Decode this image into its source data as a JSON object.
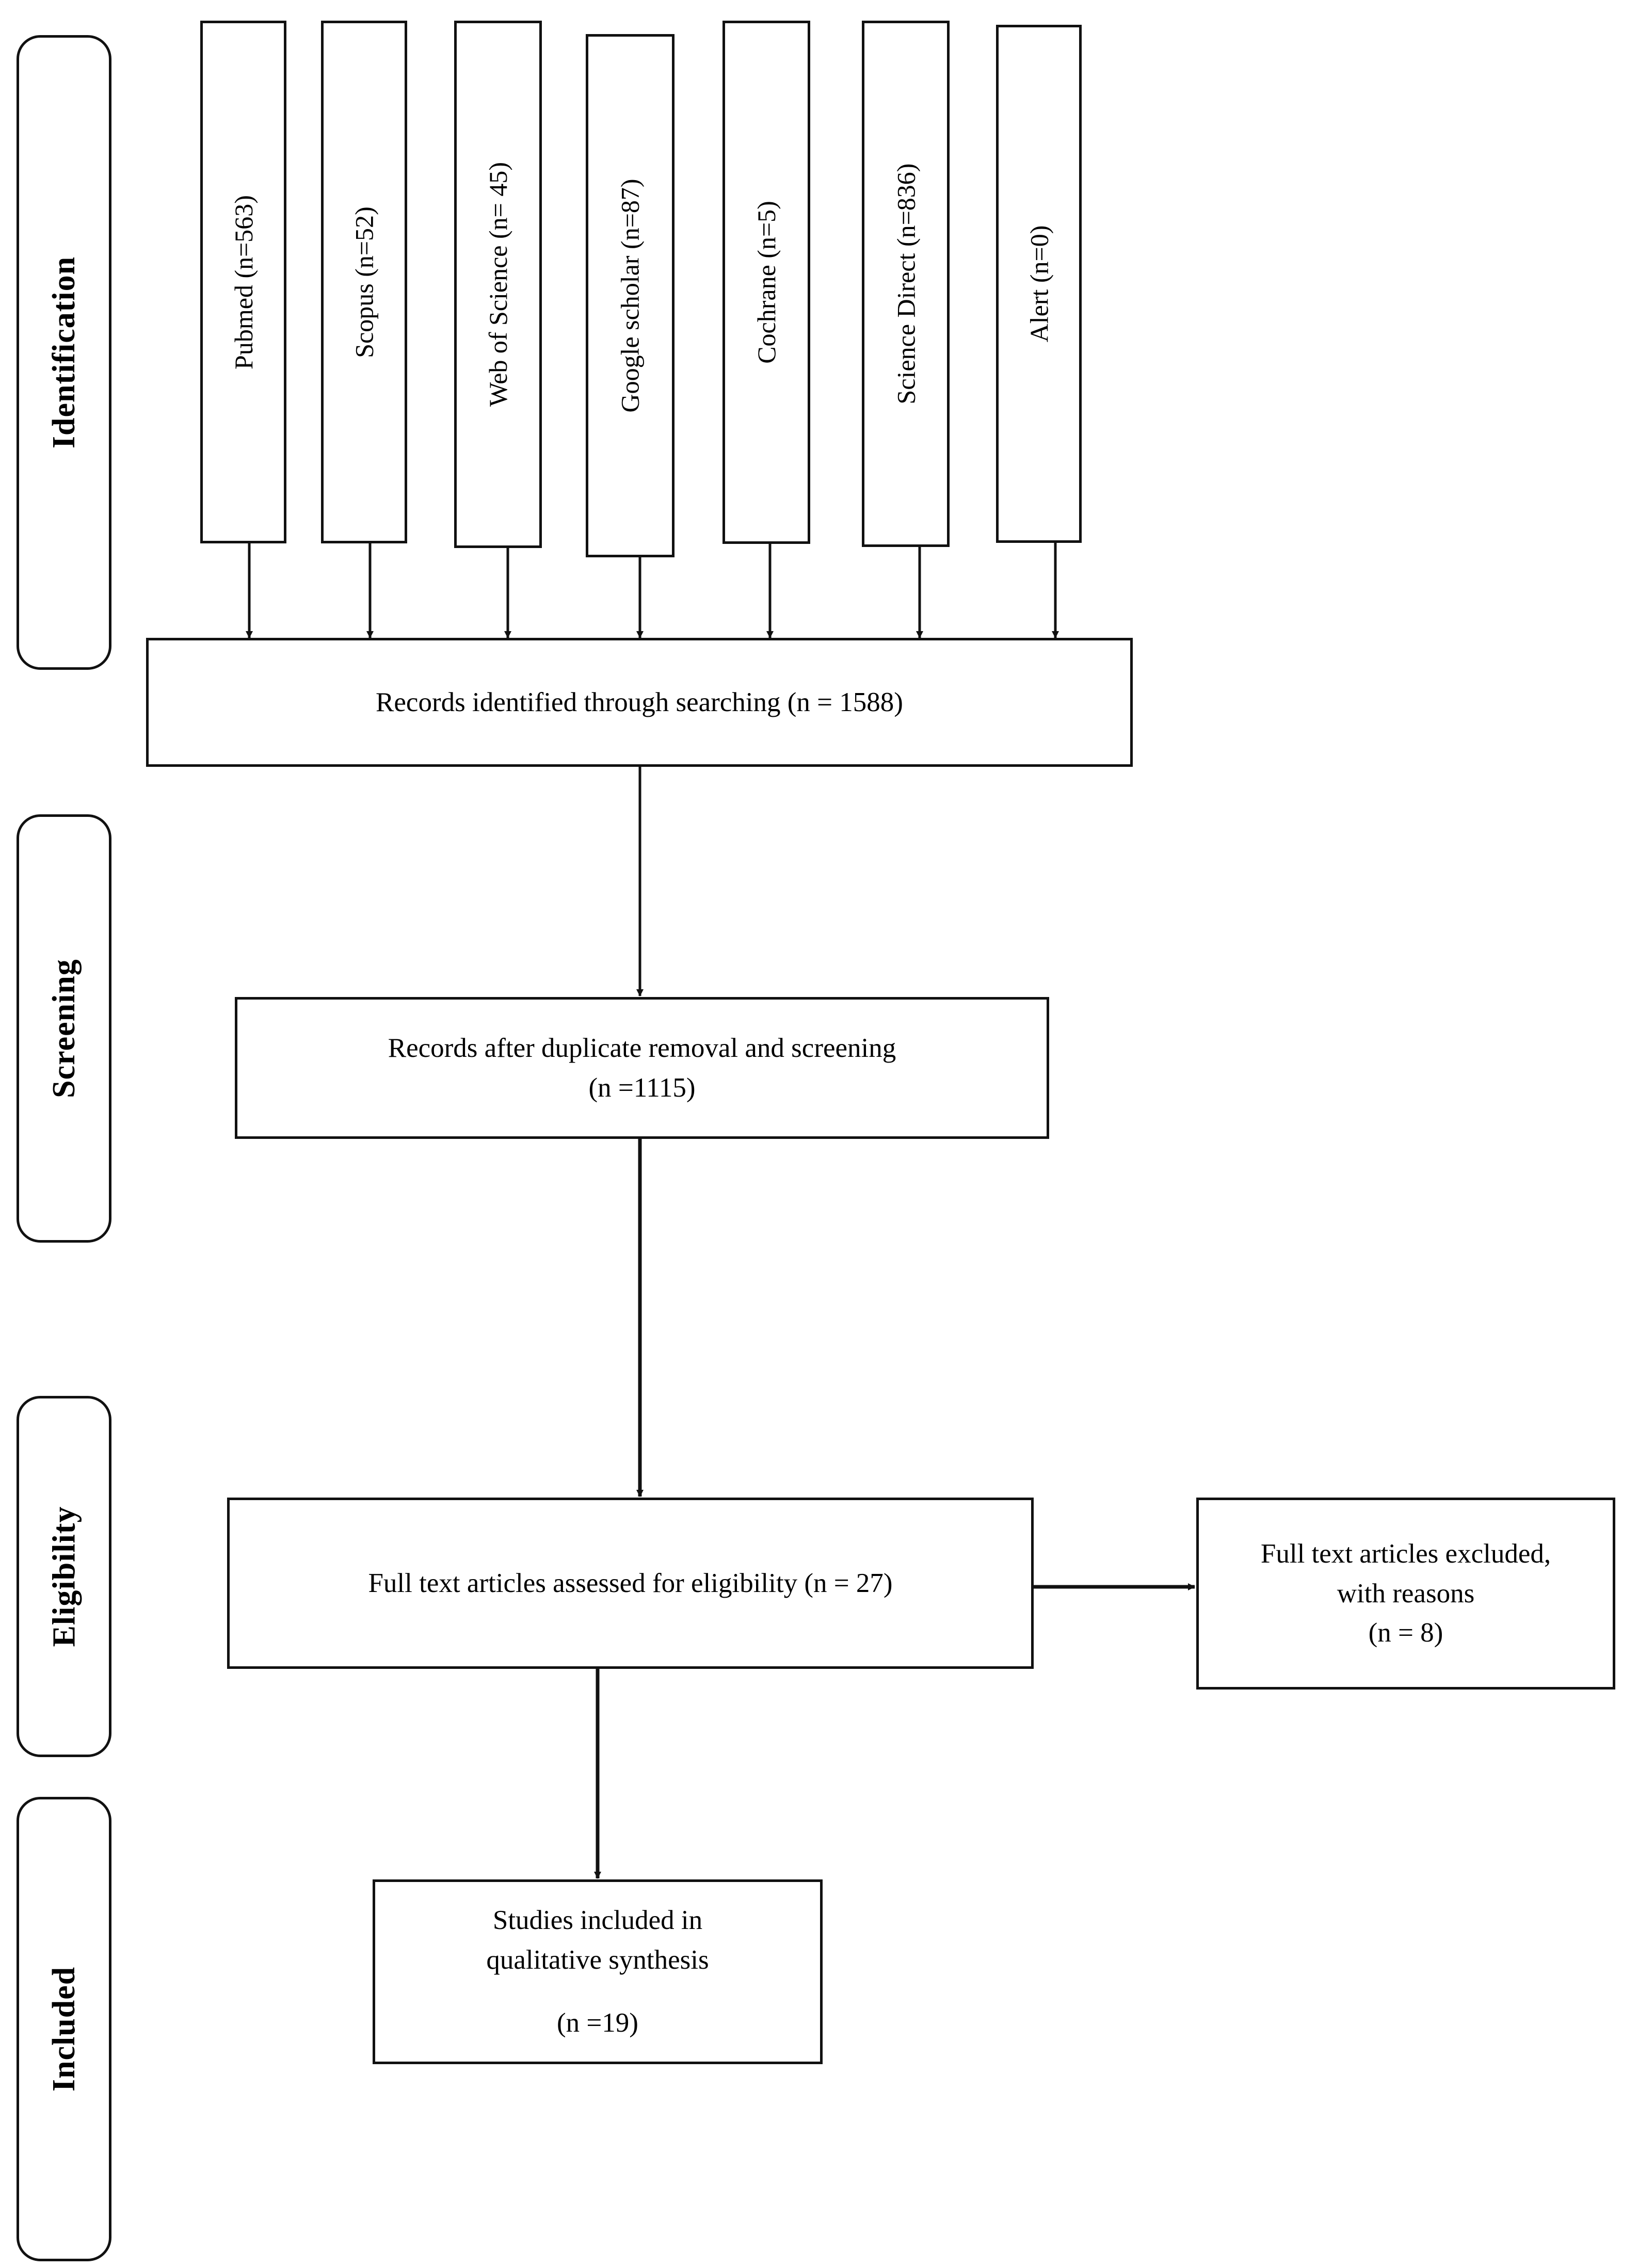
{
  "diagram": {
    "type": "prisma-flow-diagram",
    "stages": [
      {
        "id": "identification",
        "label": "Identification"
      },
      {
        "id": "screening",
        "label": "Screening"
      },
      {
        "id": "eligibility",
        "label": "Eligibility"
      },
      {
        "id": "included",
        "label": "Included"
      }
    ],
    "sources": [
      {
        "id": "pubmed",
        "label": "Pubmed (n=563)",
        "name": "Pubmed",
        "n": 563
      },
      {
        "id": "scopus",
        "label": "Scopus (n=52)",
        "name": "Scopus",
        "n": 52
      },
      {
        "id": "web-of-science",
        "label": "Web of Science (n= 45)",
        "name": "Web of Science",
        "n": 45
      },
      {
        "id": "google-scholar",
        "label": "Google scholar (n=87)",
        "name": "Google scholar",
        "n": 87
      },
      {
        "id": "cochrane",
        "label": "Cochrane (n=5)",
        "name": "Cochrane",
        "n": 5
      },
      {
        "id": "science-direct",
        "label": "Science Direct (n=836)",
        "name": "Science Direct",
        "n": 836
      },
      {
        "id": "alert",
        "label": "Alert (n=0)",
        "name": "Alert",
        "n": 0
      }
    ],
    "boxes": {
      "identified": {
        "line1": "Records identified through searching (n = 1588)",
        "n": 1588
      },
      "after_duplicates": {
        "line1": "Records after duplicate removal and screening",
        "line2": "(n =1115)",
        "n": 1115
      },
      "eligibility_assessed": {
        "line1": "Full text articles assessed for eligibility (n = 27)",
        "n": 27
      },
      "excluded": {
        "line1": "Full text articles excluded,",
        "line2": "with reasons",
        "line3": "(n = 8)",
        "n": 8
      },
      "included_studies": {
        "line1": "Studies included in",
        "line2": "qualitative synthesis",
        "line3": "(n =19)",
        "n": 19
      }
    },
    "colors": {
      "stroke": "#111111",
      "background": "#ffffff",
      "text": "#000000"
    }
  }
}
